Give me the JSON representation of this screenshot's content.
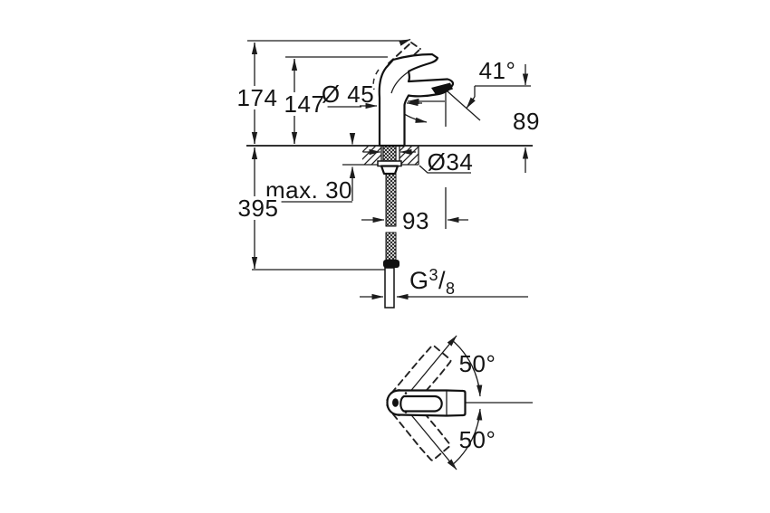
{
  "drawing": {
    "kind": "faucet technical dimension drawing",
    "colors": {
      "background": "#ffffff",
      "ink": "#141414"
    },
    "labels": {
      "overall_height": "174",
      "lever_height": "147",
      "body_diameter": "Ø 45",
      "spout_angle": "41°",
      "outlet_height": "89",
      "max_mounting_thickness": "max. 30",
      "shank_diameter": "Ø34",
      "below_deck_length": "395",
      "projection": "93",
      "thread": {
        "g": "G",
        "sup": "3",
        "slash": "/",
        "sub": "8"
      },
      "handle_swing_up": "50°",
      "handle_swing_down": "50°"
    }
  }
}
